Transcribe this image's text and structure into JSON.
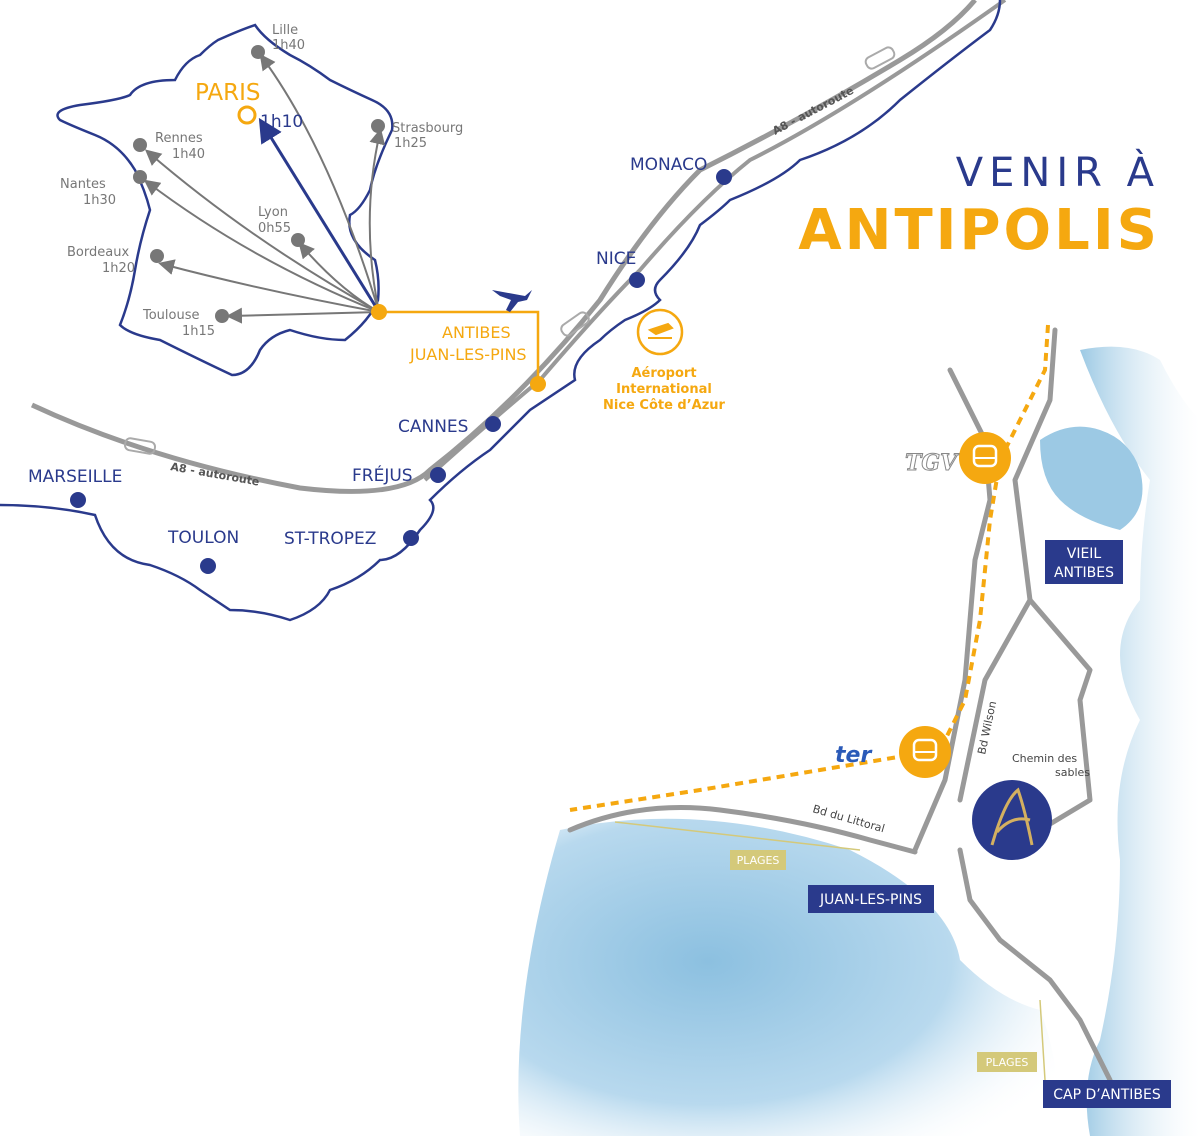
{
  "title": {
    "line1": "VENIR À",
    "line2": "ANTIPOLIS"
  },
  "colors": {
    "navy": "#2a3a8c",
    "orange": "#f5a810",
    "grey": "#777777",
    "sea": "#9cc9e4",
    "khaki": "#d4c97a"
  },
  "france_map": {
    "paris": {
      "name": "PARIS",
      "time": "1h10"
    },
    "destinations": [
      {
        "name": "Lille",
        "time": "1h40"
      },
      {
        "name": "Strasbourg",
        "time": "1h25"
      },
      {
        "name": "Rennes",
        "time": "1h40"
      },
      {
        "name": "Nantes",
        "time": "1h30"
      },
      {
        "name": "Lyon",
        "time": "0h55"
      },
      {
        "name": "Bordeaux",
        "time": "1h20"
      },
      {
        "name": "Toulouse",
        "time": "1h15"
      }
    ]
  },
  "riviera": {
    "cities": [
      "MONACO",
      "NICE",
      "CANNES",
      "FRÉJUS",
      "MARSEILLE",
      "TOULON",
      "ST-TROPEZ"
    ],
    "antibes": "ANTIBES\nJUAN-LES-PINS",
    "antibes_line1": "ANTIBES",
    "antibes_line2": "JUAN-LES-PINS",
    "airport": {
      "line1": "Aéroport",
      "line2": "International",
      "line3": "Nice Côte d’Azur"
    },
    "autoroute_label": "A8 - autoroute"
  },
  "local": {
    "tgv_label": "TGV",
    "ter_label": "ter",
    "vieil_antibes": [
      "VIEIL",
      "ANTIBES"
    ],
    "juan_les_pins": "JUAN-LES-PINS",
    "cap_antibes": "CAP D’ANTIBES",
    "plages": "PLAGES",
    "bd_wilson": "Bd Wilson",
    "bd_littoral": "Bd du Littoral",
    "chemin_sables": [
      "Chemin des",
      "sables"
    ]
  }
}
